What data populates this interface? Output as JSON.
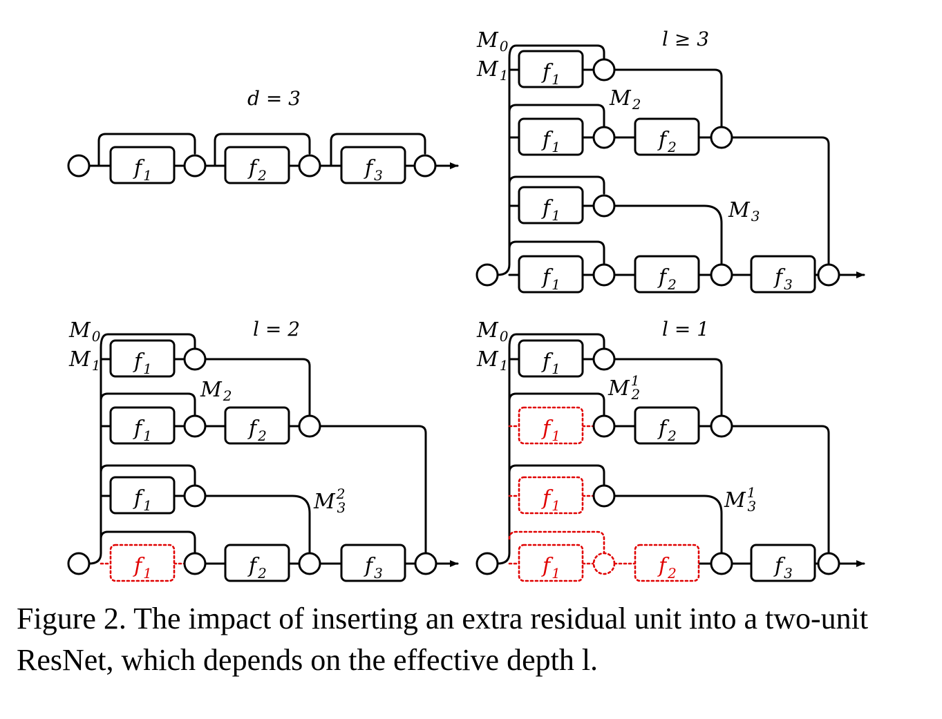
{
  "panels": {
    "d3": {
      "title": "d = 3"
    },
    "lge3": {
      "title": "l ≥ 3"
    },
    "l2": {
      "title": "l = 2"
    },
    "l1": {
      "title": "l = 1"
    }
  },
  "labels": {
    "f": "f",
    "M": "M",
    "sub_0": "0",
    "sub_1": "1",
    "sub_2": "2",
    "sub_3": "3",
    "sup_1": "1",
    "sup_2": "2"
  },
  "colors": {
    "normal": "#000000",
    "inserted": "#e00000"
  },
  "caption": "Figure 2. The impact of inserting an extra residual unit into a two-unit ResNet, which depends on the effective depth l."
}
